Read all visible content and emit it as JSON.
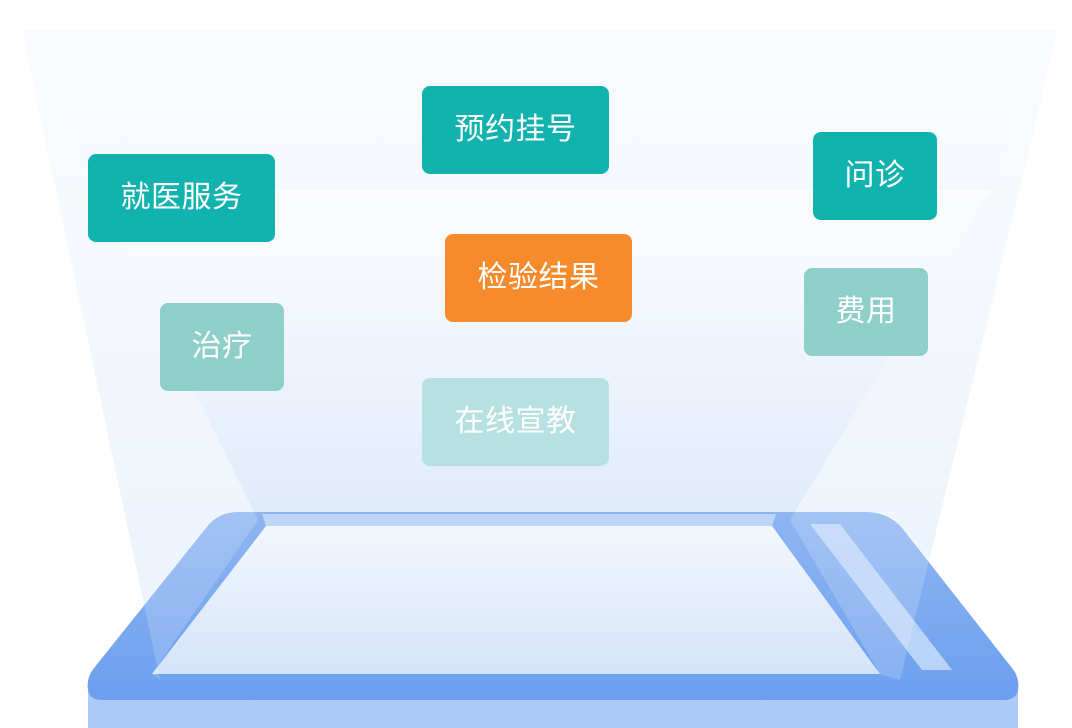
{
  "tags": {
    "yuyue": "预约挂号",
    "jiuyi": "就医服务",
    "wenzhen": "问诊",
    "jianyan": "检验结果",
    "feiyong": "费用",
    "zhiliao": "治疗",
    "xuanjiao": "在线宣教"
  },
  "colors": {
    "primary": "#12b3af",
    "active": "#f68b2c",
    "muted": "#8ecfc9",
    "faint": "#b7e0e0",
    "tablet_body": "#7aa8f0",
    "tablet_base": "#acc9fa",
    "tablet_screen": "#e3eefb"
  }
}
